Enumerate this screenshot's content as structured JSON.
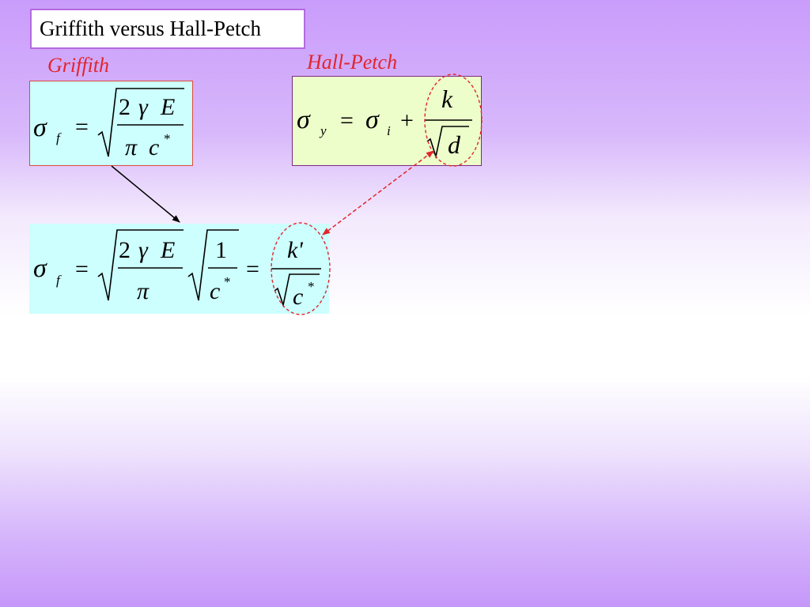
{
  "slide": {
    "title": "Griffith versus Hall-Petch",
    "label_left": "Griffith",
    "label_right": "Hall-Petch"
  },
  "colors": {
    "label": "#e2252c",
    "griffith_box_fill": "#ccfffd",
    "hallpetch_box_fill": "#edfecb",
    "arrow_black": "#000000",
    "arrow_red_dashed": "#e2252c",
    "oval_red_dashed": "#e2252c"
  },
  "equations": {
    "griffith": {
      "lhs_symbol": "σ",
      "lhs_sub": "f",
      "eq": "=",
      "num_2": "2",
      "num_gamma": "γ",
      "num_E": "E",
      "den_pi": "π",
      "den_c": "c",
      "den_sup": "*"
    },
    "hall_petch": {
      "lhs_symbol": "σ",
      "lhs_sub": "y",
      "eq": "=",
      "rhs_symbol": "σ",
      "rhs_sub": "i",
      "plus": "+",
      "num_k": "k",
      "den_d": "d"
    },
    "combined": {
      "lhs_symbol": "σ",
      "lhs_sub": "f",
      "eq1": "=",
      "num_2": "2",
      "num_gamma": "γ",
      "num_E": "E",
      "den_pi": "π",
      "num_1": "1",
      "den_c": "c",
      "den_sup": "*",
      "eq2": "=",
      "num_k": "k'",
      "den_c2": "c",
      "den_sup2": "*"
    }
  }
}
